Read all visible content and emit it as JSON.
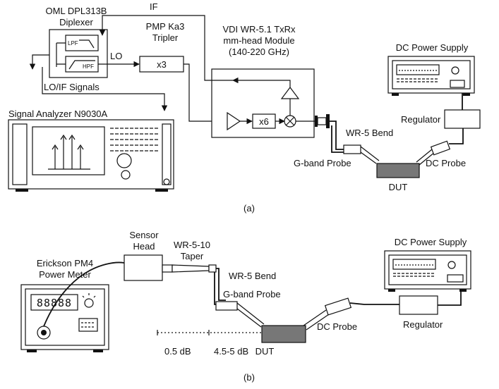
{
  "panel_a": {
    "caption": "(a)",
    "diplexer": {
      "line1": "OML DPL313B",
      "line2": "Diplexer",
      "lpf": "LPF",
      "hpf": "HPF"
    },
    "if_label": "IF",
    "lo_label": "LO",
    "tripler": {
      "line1": "PMP Ka3",
      "line2": "Tripler",
      "mult": "x3"
    },
    "vdi": {
      "line1": "VDI WR-5.1 TxRx",
      "line2": "mm-head Module",
      "line3": "(140-220 GHz)",
      "mult": "x6"
    },
    "lo_if_signals": "LO/IF Signals",
    "signal_analyzer": "Signal Analyzer N9030A",
    "dc_power_supply": "DC Power Supply",
    "regulator": "Regulator",
    "bend": "WR-5 Bend",
    "gband_probe": "G-band Probe",
    "dc_probe": "DC Probe",
    "dut": "DUT"
  },
  "panel_b": {
    "caption": "(b)",
    "sensor_head": {
      "line1": "Sensor",
      "line2": "Head"
    },
    "taper": {
      "line1": "WR-5-10",
      "line2": "Taper"
    },
    "power_meter": {
      "line1": "Erickson PM4",
      "line2": "Power Meter",
      "display": "88888"
    },
    "bend": "WR-5 Bend",
    "gband_probe": "G-band Probe",
    "dc_power_supply": "DC Power Supply",
    "regulator": "Regulator",
    "dc_probe": "DC Probe",
    "dut": "DUT",
    "loss_1": "0.5 dB",
    "loss_2": "4.5-5 dB"
  }
}
